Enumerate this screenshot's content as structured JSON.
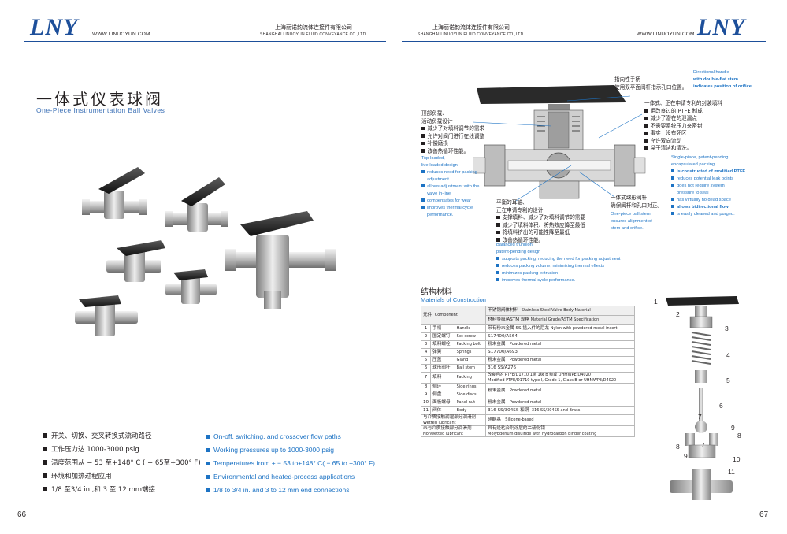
{
  "header": {
    "left_logo": "LNY",
    "left_url": "WWW.LINUOYUN.COM",
    "left_company_cn": "上海丽诺韵流体连接件有限公司",
    "left_company_en": "SHANGHAI LINUOYUN FLUID CONVEYANCE CO.,LTD.",
    "right_company_cn": "上海丽诺韵流体连接件有限公司",
    "right_company_en": "SHANGHAI LINUOYUN FLUID CONVEYANCE CO.,LTD.",
    "right_url": "WWW.LINUOYUN.COM",
    "right_logo": "LNY"
  },
  "left_page": {
    "title_cn": "一体式仪表球阀",
    "title_en": "One-Piece Instrumentation Ball Valves",
    "features_cn": [
      "开关、切换、交叉转换式流动路径",
      "工作压力达 1000-3000 psig",
      "温度范围从 − 53 至+148° C ( − 65至+300° F)",
      "环境和加热过程应用",
      "1/8 至3/4 in.,和 3 至 12 mm端接"
    ],
    "features_en": [
      "On-off, switching, and crossover flow paths",
      "Working pressures up to 1000-3000 psig",
      "Temperatures from + − 53 to+148° C( − 65 to +300° F)",
      "Environmental and heated-process applications",
      "1/8 to 3/4 in. and 3 to 12 mm end connections"
    ],
    "page_number": "66"
  },
  "right_page": {
    "page_number": "67",
    "handle_cn": [
      "指向性手柄",
      "使用双平面阀杆指示孔口位置。"
    ],
    "handle_en": [
      "Directional handle",
      "with double-flat stem",
      "indicates position of orifice."
    ],
    "topload_cn": [
      "顶部负载、",
      "活动负载设计"
    ],
    "topload_cn_bullets": [
      "减少了对填料调节的需求",
      "允许对阀门进行在线调整",
      "补偿磨损",
      "改善热循环性能。"
    ],
    "topload_en": [
      "Top-loaded,",
      "live-loaded design"
    ],
    "topload_en_bullets": [
      [
        "reduces need for packing",
        "adjustment"
      ],
      [
        "allows adjustment with the",
        "valve in-line"
      ],
      [
        "compensates for wear"
      ],
      [
        "improves thermal cycle",
        "performance."
      ]
    ],
    "packing_cn_title": "一体式、正在申请专利的封装填料",
    "packing_cn_bullets": [
      "用改良过的 PTFE 制成",
      "减少了潜在的泄漏点",
      "不需要系统压力来密封",
      "事实上没有死区",
      "允许双向流动",
      "易于清洁和清洗。"
    ],
    "packing_en_title": [
      "Single-piece, patent-pending",
      "encapsulated packing"
    ],
    "packing_en_bullets": [
      [
        "is constructed of modified PTFE"
      ],
      [
        "reduces potential leak points"
      ],
      [
        "does not require system",
        "pressure to seal"
      ],
      [
        "has virtually no dead space"
      ],
      [
        "allows bidirectional flow"
      ],
      [
        "is easily cleaned and purged."
      ]
    ],
    "ball_cn": [
      "一体式球形阀杆",
      "确保阀杆和孔口对正。"
    ],
    "ball_en": [
      "One-piece ball stem",
      "ensures alignment of",
      "stem and orifice."
    ],
    "trunnion_cn": [
      "平衡的耳轴、",
      "正在申请专利的设计"
    ],
    "trunnion_cn_bullets": [
      "支撑填料、减少了对填料调节的需要",
      "减少了填料体积、将热效应降至最低",
      "将填料挤出的可能性降至最低",
      "改善热循环性能。"
    ],
    "trunnion_en": [
      "Balanced trunnion,",
      "patent-pending design"
    ],
    "trunnion_en_bullets": [
      "supports packing, reducing the need for packing adjustment",
      "reduces packing volume, minimizing thermal effects",
      "minimizes packing extrusion",
      "improves thermal cycle performance."
    ],
    "materials_title_cn": "结构材料",
    "materials_title_en": "Materials of Construction",
    "table": {
      "hdr_component_cn": "元件",
      "hdr_component_en": "Component",
      "hdr_body_mat_cn": "不锈钢阀体材料",
      "hdr_body_mat_en": "Stainless Steel Valve Body Material",
      "hdr_grade_cn": "材料等级/ASTM 规格",
      "hdr_grade_en": "Material Grade/ASTM Specification",
      "rows": [
        {
          "n": "1",
          "cn": "手柄",
          "en": "Handle",
          "mat_cn": "带有粉末金属 SS 插入件的尼龙",
          "mat_en": "Nylon with powdered metal insert"
        },
        {
          "n": "2",
          "cn": "固定螺钉",
          "en": "Set screw",
          "mat_cn": "S17400/A564",
          "mat_en": ""
        },
        {
          "n": "3",
          "cn": "填料螺栓",
          "en": "Packing bolt",
          "mat_cn": "粉末金属",
          "mat_en": "Powdered metal"
        },
        {
          "n": "4",
          "cn": "弹簧",
          "en": "Springs",
          "mat_cn": "S17700/A693",
          "mat_en": ""
        },
        {
          "n": "5",
          "cn": "压盖",
          "en": "Gland",
          "mat_cn": "粉末金属",
          "mat_en": "Powdered metal"
        },
        {
          "n": "6",
          "cn": "球形阀杆",
          "en": "Ball stem",
          "mat_cn": "316 SS/A276",
          "mat_en": ""
        },
        {
          "n": "7",
          "cn": "填料",
          "en": "Packing",
          "mat_cn": "改良后的 PTFE/D1710 1类 1级 B 级或 UHMWPE/D4020",
          "mat_en": "Modified PTFE/D1710 type I, Grade 1, Class B or UHMWPE/D4020"
        },
        {
          "n": "8",
          "cn": "侧环",
          "en": "Side rings",
          "mat_cn": "",
          "mat_en": ""
        },
        {
          "n": "9",
          "cn": "侧盘",
          "en": "Side discs",
          "mat_cn": "粉末金属",
          "mat_en": "Powdered metal"
        },
        {
          "n": "10",
          "cn": "面板螺母",
          "en": "Panel nut",
          "mat_cn": "粉末金属",
          "mat_en": "Powdered metal"
        },
        {
          "n": "11",
          "cn": "阀体",
          "en": "Body",
          "mat_cn": "316 SS/304SS 和铜",
          "mat_en": "316 SS/304SS and Brass"
        }
      ],
      "wetted_cn": "与介质接触润湿部分润滑剂",
      "wetted_en": "Wetted lubricant",
      "wetted_mat_cn": "硅酮基",
      "wetted_mat_en": "Silicone-based",
      "nonwetted_cn": "未与介质接触部分润滑剂",
      "nonwetted_en": "Nonwetted lubricant",
      "nonwetted_mat_cn": "具有烃粘合剂涂层的二硫化钼",
      "nonwetted_mat_en": "Molybdenum disulfide with hydrocarbon binder coating"
    },
    "part_numbers": [
      "1",
      "2",
      "3",
      "4",
      "5",
      "6",
      "7",
      "8",
      "9",
      "8",
      "9",
      "10",
      "11",
      "7"
    ]
  }
}
